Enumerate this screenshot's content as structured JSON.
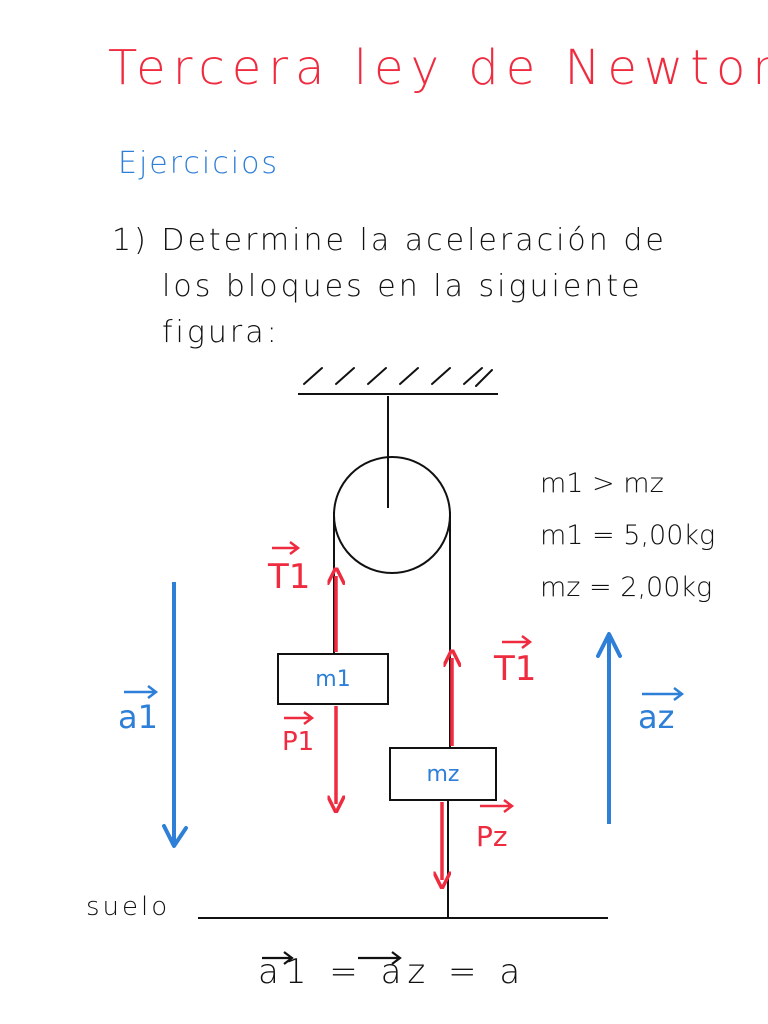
{
  "title": "Tercera ley de Newton",
  "section": "Ejercicios",
  "problem": {
    "number": "1)",
    "line1": "Determine la aceleración de",
    "line2": "los bloques en la siguiente",
    "line3": "figura:"
  },
  "given": [
    "m1 > mz",
    "m1 = 5,00kg",
    "mz = 2,00kg"
  ],
  "diagram": {
    "block1_label": "m1",
    "block2_label": "mz",
    "tension_left": "T1",
    "tension_right": "T1",
    "weight1": "P1",
    "weight2": "Pz",
    "accel1": "a1",
    "accel2": "az",
    "floor_label": "suelo"
  },
  "equation": "a1 = az = a",
  "colors": {
    "red": "#ef2b3f",
    "blue": "#2e7fd8",
    "ink": "#111111"
  }
}
